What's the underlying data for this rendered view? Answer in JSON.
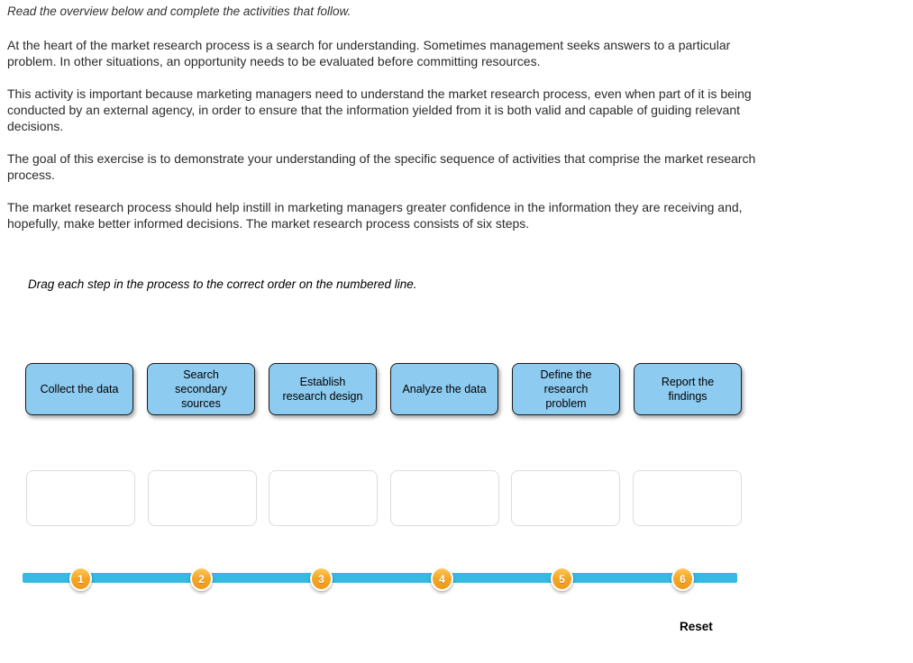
{
  "page": {
    "top_instruction": "Read the overview below and complete the activities that follow.",
    "overview_paragraphs": [
      {
        "lines": [
          "At the heart of the market research process is a search for understanding. Sometimes management seeks answers to a particular",
          "problem. In other situations, an opportunity needs to be evaluated before committing resources."
        ]
      },
      {
        "lines": [
          "This activity is important because marketing managers need to understand the market research process, even when part of it is being",
          "conducted by an external agency, in order to ensure that the information yielded from it is both valid and capable of guiding relevant",
          "decisions."
        ]
      },
      {
        "lines": [
          "The goal of this exercise is to demonstrate your understanding of the specific sequence of activities that comprise the market research",
          "process."
        ]
      },
      {
        "lines": [
          "The market research process should help instill in marketing managers greater confidence in the information they are receiving and,",
          "hopefully, make better informed decisions. The market research process consists of six steps."
        ]
      }
    ],
    "drag_instruction": "Drag each step in the process to the correct order on the numbered line."
  },
  "activity": {
    "draggable_steps": [
      {
        "label": "Collect the data",
        "label_lines": [
          "Collect the data"
        ]
      },
      {
        "label": "Search secondary sources",
        "label_lines": [
          "Search",
          "secondary",
          "sources"
        ]
      },
      {
        "label": "Establish research design",
        "label_lines": [
          "Establish",
          "research design"
        ]
      },
      {
        "label": "Analyze the data",
        "label_lines": [
          "Analyze the data"
        ]
      },
      {
        "label": "Define the research problem",
        "label_lines": [
          "Define the",
          "research",
          "problem"
        ]
      },
      {
        "label": "Report the findings",
        "label_lines": [
          "Report the",
          "findings"
        ]
      }
    ],
    "drop_slot_count": 6,
    "timeline": {
      "markers": [
        "1",
        "2",
        "3",
        "4",
        "5",
        "6"
      ]
    },
    "reset_label": "Reset",
    "colors": {
      "card_fill": "#8ECBF0",
      "card_border": "#1b1b1b",
      "timeline_bar": "#36B9E2",
      "marker_orange_light": "#FDC75B",
      "marker_orange": "#F5A623",
      "marker_orange_dark": "#EE9A1C",
      "slot_border": "#dcdcdc"
    }
  }
}
